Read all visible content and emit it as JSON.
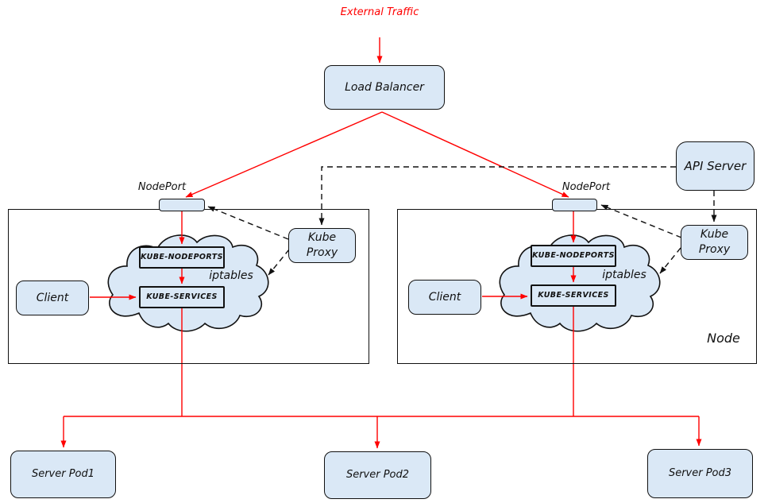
{
  "external": {
    "label": "External Traffic"
  },
  "load_balancer": {
    "label": "Load Balancer"
  },
  "api_server": {
    "label": "API Server"
  },
  "nodes": [
    {
      "nodeport": "NodePort",
      "kube_proxy": "Kube Proxy",
      "client": "Client",
      "kube_nodeports": "KUBE-NODEPORTS",
      "kube_services": "KUBE-SERVICES",
      "iptables": "iptables",
      "label": ""
    },
    {
      "nodeport": "NodePort",
      "kube_proxy": "Kube Proxy",
      "client": "Client",
      "kube_nodeports": "KUBE-NODEPORTS",
      "kube_services": "KUBE-SERVICES",
      "iptables": "iptables",
      "label": "Node"
    }
  ],
  "pods": [
    {
      "label": "Server Pod1"
    },
    {
      "label": "Server Pod2"
    },
    {
      "label": "Server Pod3"
    }
  ],
  "colors": {
    "box_fill": "#dae8f6",
    "box_border": "#111111",
    "traffic_arrow": "#ff0000",
    "control_arrow": "#111111",
    "background": "#ffffff"
  }
}
